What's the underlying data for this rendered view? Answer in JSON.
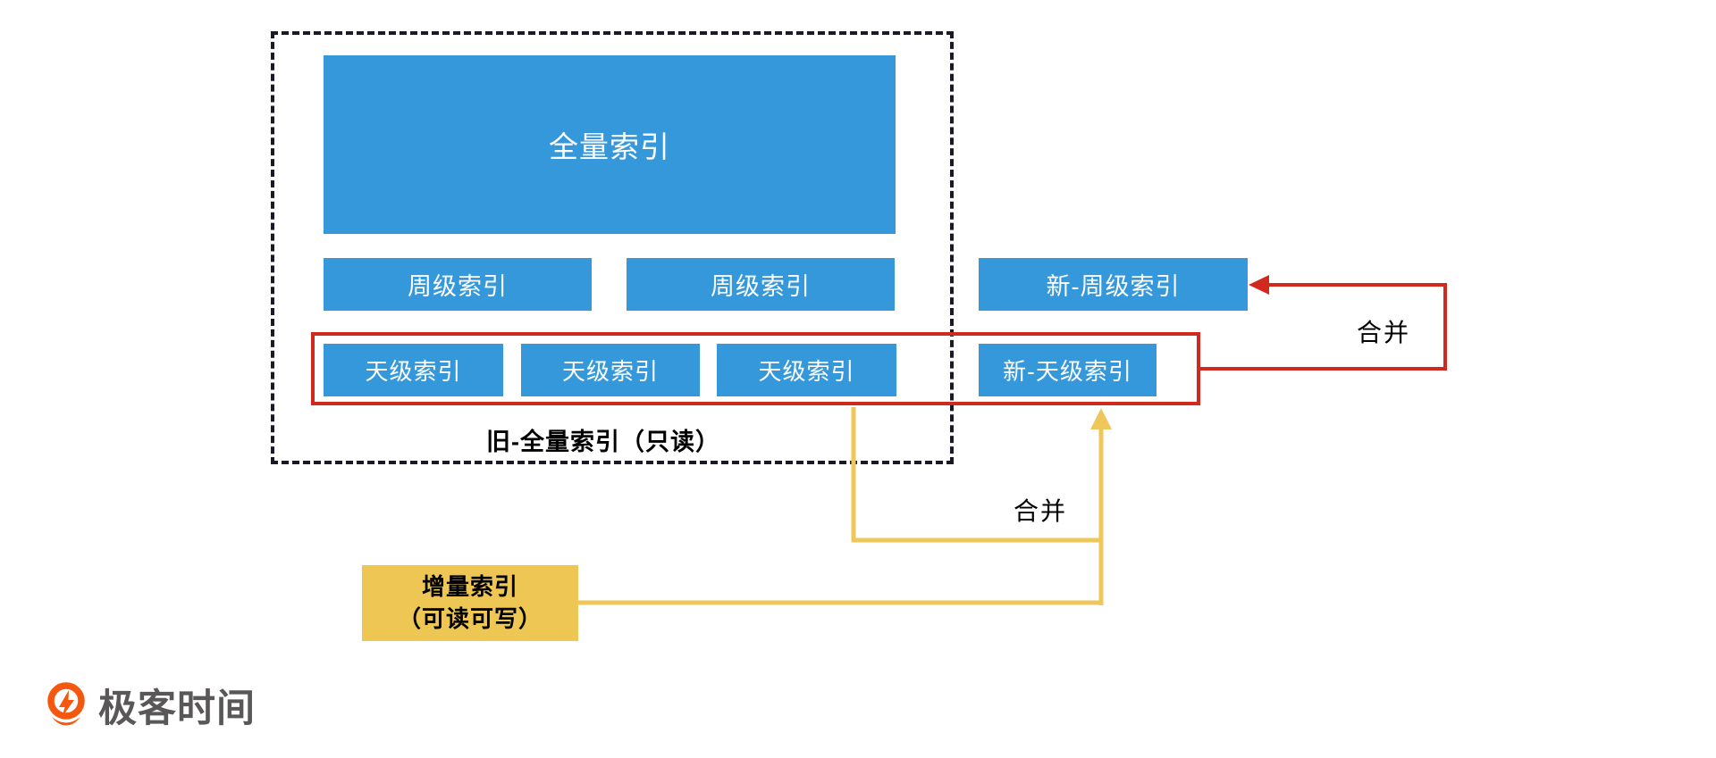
{
  "diagram": {
    "old_full_index_group": {
      "caption": "旧-全量索引（只读）",
      "full_index_label": "全量索引",
      "week_indexes": [
        "周级索引",
        "周级索引"
      ],
      "day_indexes": [
        "天级索引",
        "天级索引",
        "天级索引"
      ]
    },
    "new_week_index_label": "新-周级索引",
    "new_day_index_label": "新-天级索引",
    "incremental_index": {
      "line1": "增量索引",
      "line2": "（可读可写）"
    },
    "merge_label_week": "合并",
    "merge_label_day": "合并",
    "colors": {
      "box_blue": "#3498db",
      "highlight_red": "#d2291e",
      "connector_yellow": "#efc65a",
      "incremental_yellow": "#eec654",
      "dashed_border": "#1a1a26",
      "logo_orange": "#f5570e",
      "brand_gray": "#595757"
    }
  },
  "footer": {
    "brand": "极客时间"
  }
}
